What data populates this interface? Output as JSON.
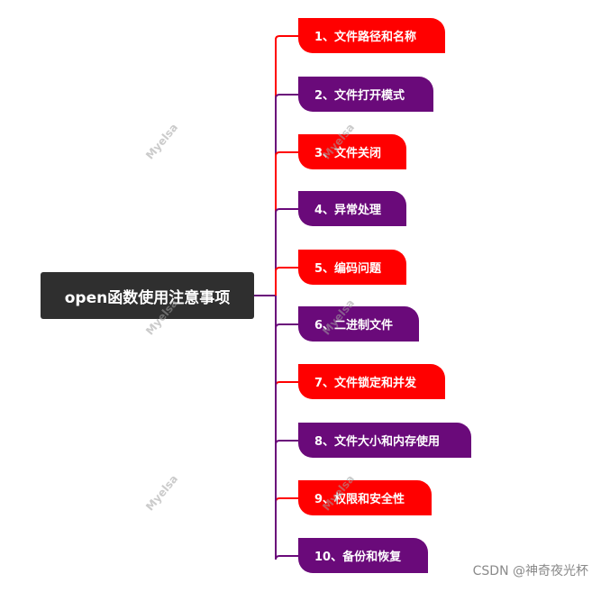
{
  "root": {
    "label": "open函数使用注意事项"
  },
  "branches": [
    {
      "label": "1、文件路径和名称",
      "color": "#ff0000"
    },
    {
      "label": "2、文件打开模式",
      "color": "#6a0a7a"
    },
    {
      "label": "3、文件关闭",
      "color": "#ff0000"
    },
    {
      "label": "4、异常处理",
      "color": "#6a0a7a"
    },
    {
      "label": "5、编码问题",
      "color": "#ff0000"
    },
    {
      "label": "6、二进制文件",
      "color": "#6a0a7a"
    },
    {
      "label": "7、文件锁定和并发",
      "color": "#ff0000"
    },
    {
      "label": "8、文件大小和内存使用",
      "color": "#6a0a7a"
    },
    {
      "label": "9、权限和安全性",
      "color": "#ff0000"
    },
    {
      "label": "10、备份和恢复",
      "color": "#6a0a7a"
    }
  ],
  "watermark": "Myelsa",
  "credit": "CSDN @神奇夜光杯"
}
